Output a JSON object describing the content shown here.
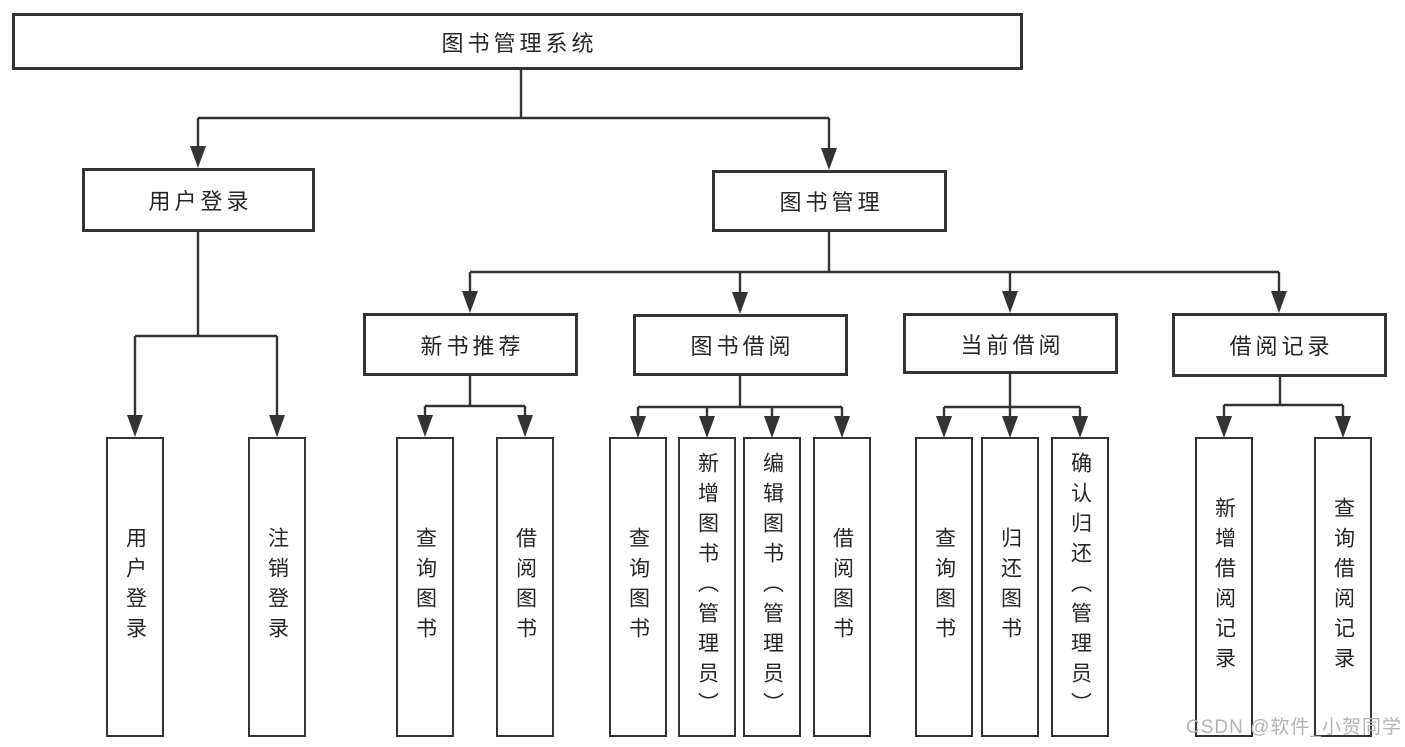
{
  "nodes": {
    "root": "图书管理系统",
    "user_login": "用户登录",
    "book_mgmt": "图书管理",
    "new_book_rec": "新书推荐",
    "book_borrow": "图书借阅",
    "current_borrow": "当前借阅",
    "borrow_record": "借阅记录",
    "ul_user_login": "用户登录",
    "ul_logout": "注销登录",
    "nb_query_books": "查询图书",
    "nb_borrow_books": "借阅图书",
    "bb_query_books": "查询图书",
    "bb_add_books": "新增图书（管理员）",
    "bb_edit_books": "编辑图书（管理员）",
    "bb_borrow_books": "借阅图书",
    "cb_query_books": "查询图书",
    "cb_return_books": "归还图书",
    "cb_confirm_return": "确认归还（管理员）",
    "br_add_record": "新增借阅记录",
    "br_query_record": "查询借阅记录"
  },
  "watermark": {
    "text": "CSDN @软件_小贺同学",
    "color": "#b3b3b3"
  },
  "colors": {
    "line": "#333333",
    "box_border": "#333333",
    "text": "#262626",
    "background": "#ffffff"
  }
}
